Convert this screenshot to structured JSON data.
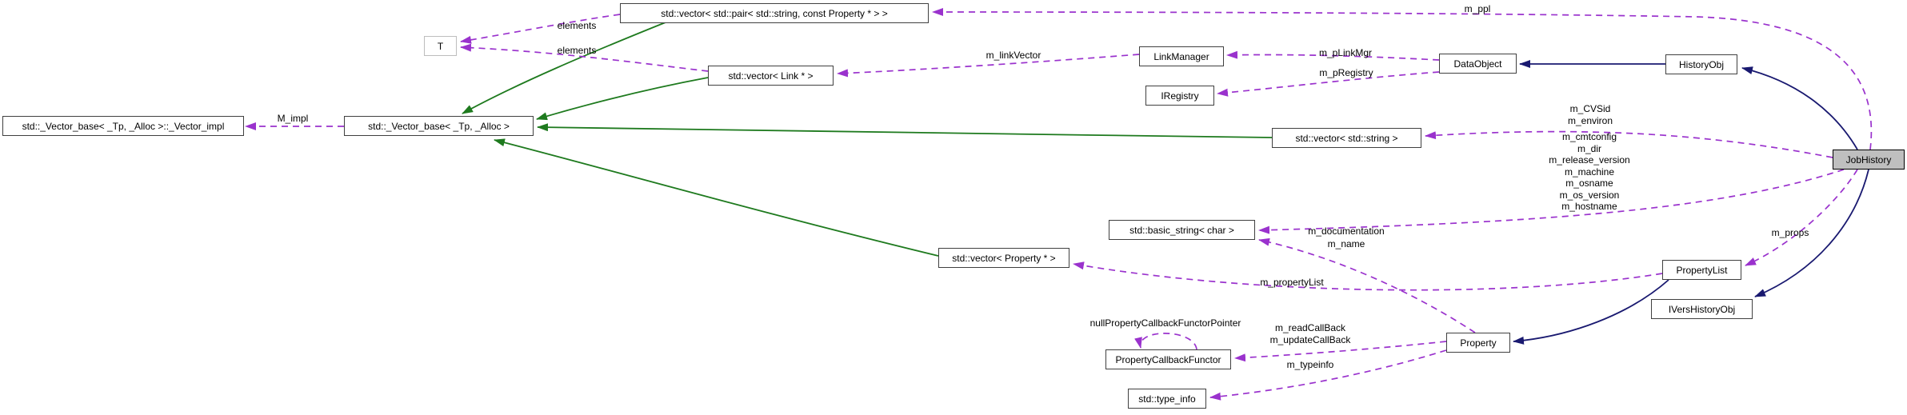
{
  "nodes": {
    "vector_pair": {
      "label": "std::vector< std::pair< std::string, const Property * > >"
    },
    "template_t": {
      "label": "T"
    },
    "vector_link": {
      "label": "std::vector< Link * >"
    },
    "link_manager": {
      "label": "LinkManager"
    },
    "iregistry": {
      "label": "IRegistry"
    },
    "data_object": {
      "label": "DataObject"
    },
    "history_obj": {
      "label": "HistoryObj"
    },
    "job_history": {
      "label": "JobHistory"
    },
    "vector_impl": {
      "label": "std::_Vector_base< _Tp, _Alloc >::_Vector_impl"
    },
    "vector_base": {
      "label": "std::_Vector_base< _Tp, _Alloc >"
    },
    "vector_string": {
      "label": "std::vector< std::string >"
    },
    "basic_string": {
      "label": "std::basic_string< char >"
    },
    "vector_property": {
      "label": "std::vector< Property * >"
    },
    "property_list": {
      "label": "PropertyList"
    },
    "ivers_history_obj": {
      "label": "IVersHistoryObj"
    },
    "property": {
      "label": "Property"
    },
    "property_callback_functor": {
      "label": "PropertyCallbackFunctor"
    },
    "type_info": {
      "label": "std::type_info"
    }
  },
  "edge_labels": {
    "elements_top": "elements",
    "elements_bottom": "elements",
    "m_ppl": "m_ppl",
    "m_linkVector": "m_linkVector",
    "m_pLinkMgr": "m_pLinkMgr",
    "m_pRegistry": "m_pRegistry",
    "M_impl": "M_impl",
    "jobhistory_string_members": [
      "m_CVSid",
      "m_environ",
      "m_cmtconfig",
      "m_dir",
      "m_release_version",
      "m_machine",
      "m_osname",
      "m_os_version",
      "m_hostname"
    ],
    "property_string_members": [
      "m_documentation",
      "m_name"
    ],
    "m_props": "m_props",
    "m_propertyList": "m_propertyList",
    "nullPropertyCallbackFunctorPointer": "nullPropertyCallbackFunctorPointer",
    "property_callbacks": [
      "m_readCallBack",
      "m_updateCallBack"
    ],
    "m_typeinfo": "m_typeinfo"
  },
  "colors": {
    "usage_edge": "#9a32cd",
    "inheritance_edge": "#191970",
    "protected_inheritance_edge": "#1e7a1e",
    "highlighted_node_fill": "#bfbfbf",
    "node_border": "#404040"
  }
}
